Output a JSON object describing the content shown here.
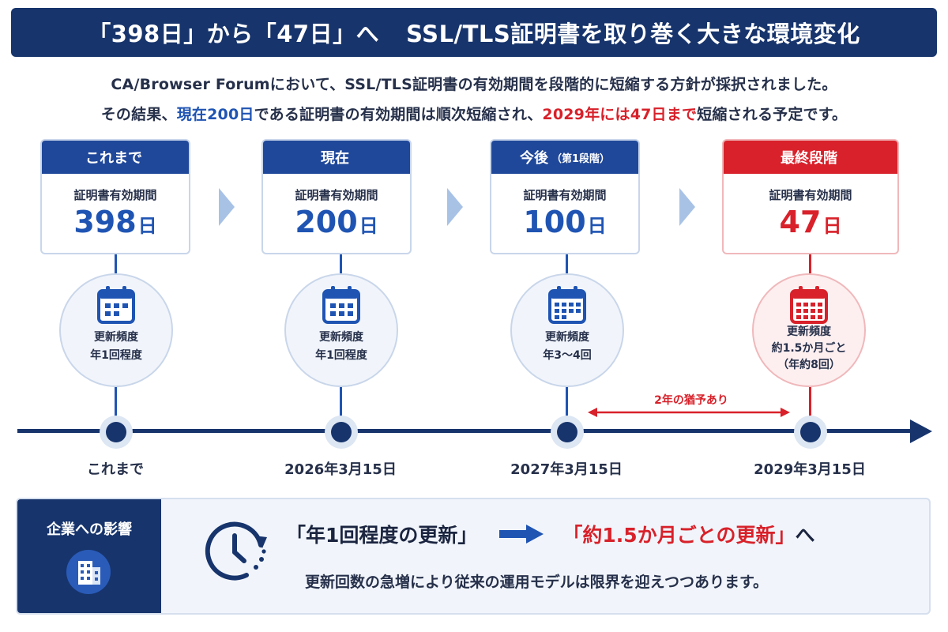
{
  "title": {
    "part1": "「398日」から「47日」へ",
    "part2": "SSL/TLS証明書を取り巻く大きな環境変化"
  },
  "intro": {
    "line1": "CA/Browser Forumにおいて、SSL/TLS証明書の有効期間を段階的に短縮する方針が採択されました。",
    "line2_a": "その結果、",
    "line2_b": "現在200日",
    "line2_c": "である証明書の有効期間は順次短縮され、",
    "line2_d": "2029年には47日まで",
    "line2_e": "短縮される予定です。"
  },
  "stages": [
    {
      "header": "これまで",
      "header_note": "",
      "label": "証明書有効期間",
      "value": "398",
      "unit": "日",
      "freq1": "更新頻度",
      "freq2": "年1回程度",
      "freq3": "",
      "date": "これまで"
    },
    {
      "header": "現在",
      "header_note": "",
      "label": "証明書有効期間",
      "value": "200",
      "unit": "日",
      "freq1": "更新頻度",
      "freq2": "年1回程度",
      "freq3": "",
      "date": "2026年3月15日"
    },
    {
      "header": "今後",
      "header_note": "（第1段階）",
      "label": "証明書有効期間",
      "value": "100",
      "unit": "日",
      "freq1": "更新頻度",
      "freq2": "年3〜4回",
      "freq3": "",
      "date": "2027年3月15日"
    },
    {
      "header": "最終段階",
      "header_note": "",
      "label": "証明書有効期間",
      "value": "47",
      "unit": "日",
      "freq1": "更新頻度",
      "freq2": "約1.5か月ごと",
      "freq3": "（年約8回）",
      "date": "2029年3月15日"
    }
  ],
  "grace": "2年の猶予あり",
  "impact": {
    "label": "企業への影響",
    "from": "「年1回程度の更新」",
    "to": "「約1.5か月ごとの更新」",
    "suffix": "へ",
    "sub": "更新回数の急増により従来の運用モデルは限界を迎えつつあります。"
  },
  "icons": {
    "calendar": "calendar-icon",
    "chevron": "chevron-right-icon",
    "clock": "clock-refresh-icon",
    "building": "building-icon",
    "arrow": "arrow-right-icon"
  },
  "colors": {
    "navy": "#17346c",
    "blue": "#1f54b3",
    "red": "#d8212a"
  }
}
